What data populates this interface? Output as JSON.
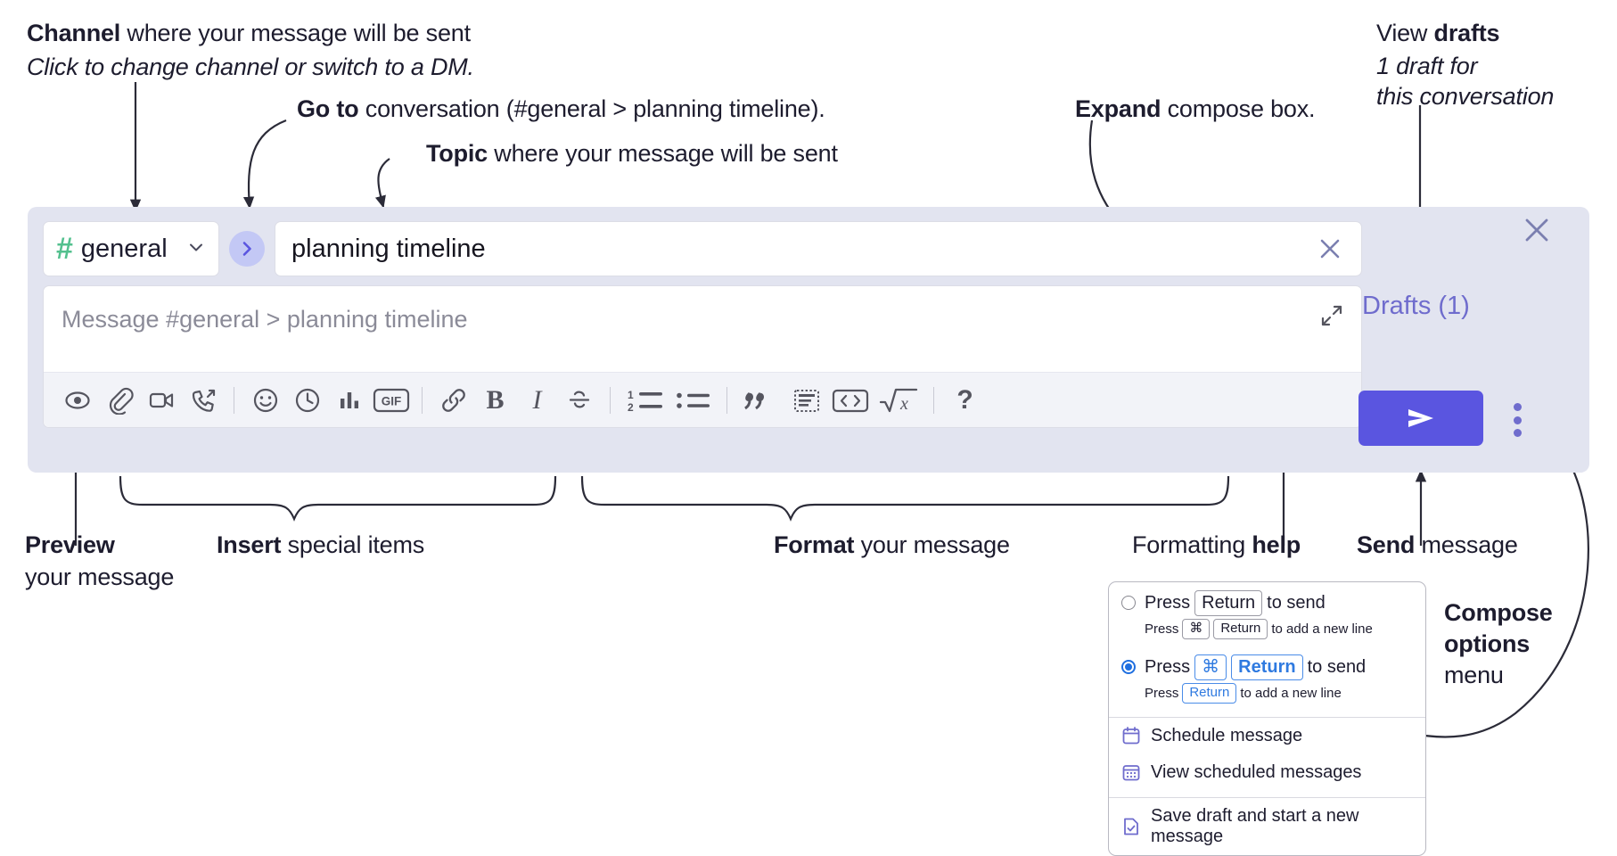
{
  "annotations": {
    "channel": {
      "bold": "Channel",
      "rest": " where your message will be sent",
      "sub": "Click to change channel or switch to a DM."
    },
    "goto": {
      "bold": "Go to",
      "rest": " conversation (#general > planning timeline)."
    },
    "topic": {
      "bold": "Topic",
      "rest": " where your message will be sent"
    },
    "expand": {
      "bold": "Expand",
      "rest": " compose box."
    },
    "drafts": {
      "plain": "View ",
      "bold": "drafts",
      "sub1": "1 draft for",
      "sub2": "this conversation"
    },
    "preview": {
      "bold": "Preview",
      "line2": "your message"
    },
    "insert": {
      "bold": "Insert",
      "rest": " special items"
    },
    "format": {
      "bold": "Format",
      "rest": " your message"
    },
    "help": {
      "plain": "Formatting ",
      "bold": "help"
    },
    "send": {
      "bold": "Send",
      "rest": " message"
    },
    "compose_options": {
      "bold1": "Compose",
      "bold2": "options",
      "rest": "menu"
    }
  },
  "compose": {
    "channel_name": "general",
    "channel_hash": "#",
    "topic_value": "planning timeline",
    "message_placeholder": "Message #general > planning timeline",
    "drafts_label": "Drafts (1)",
    "accent_purple": "#5a55e0",
    "panel_bg": "#e2e4f0",
    "hash_green": "#53c08e",
    "drafts_color": "#6f6ccd",
    "toolbar": [
      {
        "name": "preview-icon",
        "title": "Preview"
      },
      {
        "name": "attachment-icon",
        "title": "Attach file"
      },
      {
        "name": "video-icon",
        "title": "Record video clip"
      },
      {
        "name": "huddle-icon",
        "title": "Audio clip"
      },
      {
        "name": "separator",
        "title": ""
      },
      {
        "name": "emoji-icon",
        "title": "Emoji"
      },
      {
        "name": "clock-icon",
        "title": "Schedule"
      },
      {
        "name": "poll-icon",
        "title": "Poll"
      },
      {
        "name": "gif-icon",
        "title": "GIF"
      },
      {
        "name": "separator",
        "title": ""
      },
      {
        "name": "link-icon",
        "title": "Link"
      },
      {
        "name": "bold-icon",
        "title": "Bold"
      },
      {
        "name": "italic-icon",
        "title": "Italic"
      },
      {
        "name": "strikethrough-icon",
        "title": "Strikethrough"
      },
      {
        "name": "separator",
        "title": ""
      },
      {
        "name": "ordered-list-icon",
        "title": "Ordered list"
      },
      {
        "name": "bulleted-list-icon",
        "title": "Bulleted list"
      },
      {
        "name": "separator",
        "title": ""
      },
      {
        "name": "blockquote-icon",
        "title": "Blockquote"
      },
      {
        "name": "code-block-icon",
        "title": "Code block"
      },
      {
        "name": "code-icon",
        "title": "Code"
      },
      {
        "name": "math-icon",
        "title": "Math"
      },
      {
        "name": "separator",
        "title": ""
      },
      {
        "name": "help-icon",
        "title": "Formatting help"
      }
    ],
    "gif_label": "GIF",
    "bold_label": "B",
    "italic_label": "I",
    "help_label": "?"
  },
  "options_menu": {
    "rows": [
      {
        "selected": false,
        "main": {
          "pre": "Press",
          "keys": [
            "Return"
          ],
          "post": "to send"
        },
        "sub": {
          "pre": "Press",
          "keys": [
            "⌘",
            "Return"
          ],
          "post": "to add a new line"
        }
      },
      {
        "selected": true,
        "main": {
          "pre": "Press",
          "keys": [
            "⌘",
            "Return"
          ],
          "post": "to send"
        },
        "sub": {
          "pre": "Press",
          "keys": [
            "Return"
          ],
          "post": "to add a new line"
        }
      }
    ],
    "items": [
      {
        "icon": "calendar-icon",
        "label": "Schedule message"
      },
      {
        "icon": "calendar-grid-icon",
        "label": "View scheduled messages"
      },
      {
        "icon": "save-draft-icon",
        "label": "Save draft and start a new message"
      }
    ]
  }
}
